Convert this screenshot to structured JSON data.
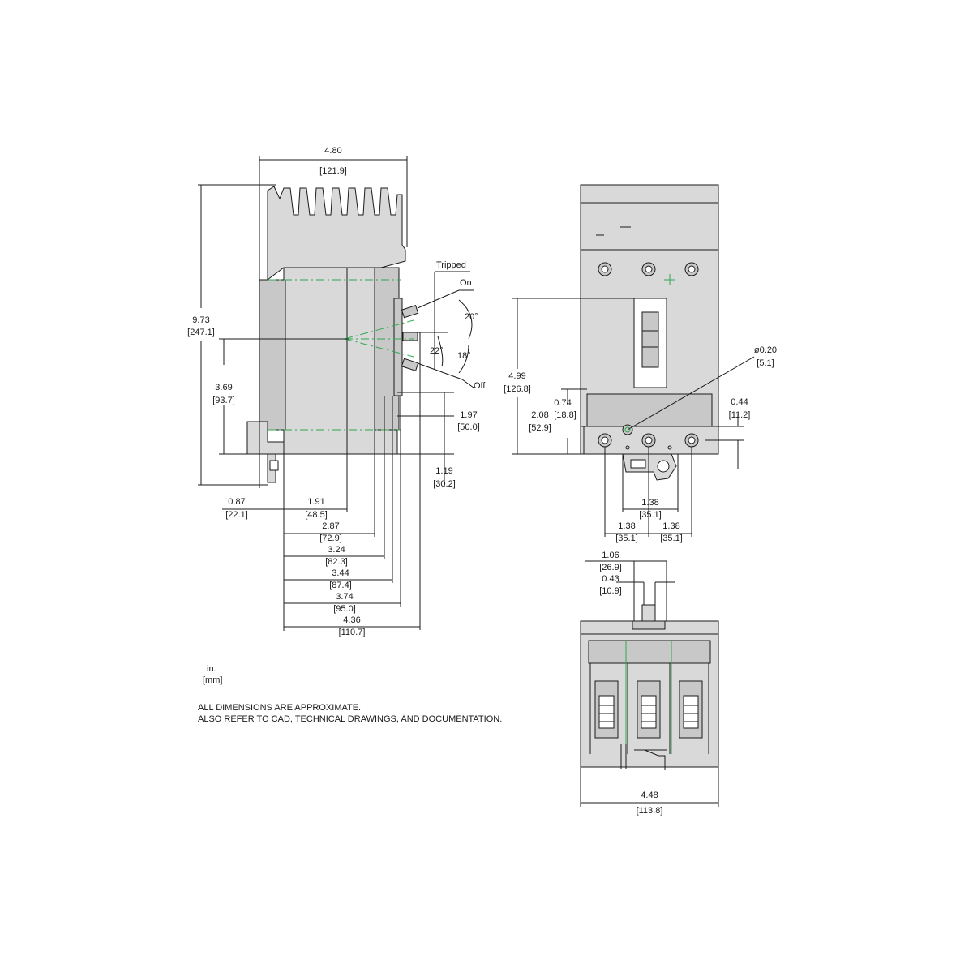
{
  "front_view": {
    "overall_width": {
      "in": "4.80",
      "mm": "[121.9]"
    },
    "overall_height": {
      "in": "9.73",
      "mm": "[247.1]"
    },
    "handle_height": {
      "in": "3.69",
      "mm": "[93.7]"
    },
    "h_197": {
      "in": "1.97",
      "mm": "[50.0]"
    },
    "h_119": {
      "in": "1.19",
      "mm": "[30.2]"
    },
    "d_087": {
      "in": "0.87",
      "mm": "[22.1]"
    },
    "d_191": {
      "in": "1.91",
      "mm": "[48.5]"
    },
    "d_287": {
      "in": "2.87",
      "mm": "[72.9]"
    },
    "d_324": {
      "in": "3.24",
      "mm": "[82.3]"
    },
    "d_344": {
      "in": "3.44",
      "mm": "[87.4]"
    },
    "d_374": {
      "in": "3.74",
      "mm": "[95.0]"
    },
    "d_436": {
      "in": "4.36",
      "mm": "[110.7]"
    },
    "handle_labels": {
      "tripped": "Tripped",
      "on": "On",
      "off": "Off"
    },
    "angles": {
      "a20": "20°",
      "a22": "22°",
      "a18": "18°"
    }
  },
  "side_view": {
    "h_499": {
      "in": "4.99",
      "mm": "[126.8]"
    },
    "h_208": {
      "in": "2.08",
      "mm": "[52.9]"
    },
    "h_074": {
      "in": "0.74",
      "mm": "[18.8]"
    },
    "h_044": {
      "in": "0.44",
      "mm": "[11.2]"
    },
    "hole": {
      "in": "ø0.20",
      "mm": "[5.1]"
    },
    "pitch_center": {
      "in": "1.38",
      "mm": "[35.1]"
    },
    "pitch_left": {
      "in": "1.38",
      "mm": "[35.1]"
    },
    "pitch_right": {
      "in": "1.38",
      "mm": "[35.1]"
    }
  },
  "bottom_view": {
    "w_106": {
      "in": "1.06",
      "mm": "[26.9]"
    },
    "w_043": {
      "in": "0.43",
      "mm": "[10.9]"
    },
    "width": {
      "in": "4.48",
      "mm": "[113.8]"
    }
  },
  "legend": {
    "unit_top": "in.",
    "unit_bottom": "[mm]"
  },
  "notes": [
    "ALL DIMENSIONS ARE APPROXIMATE.",
    "ALSO REFER TO CAD, TECHNICAL DRAWINGS, AND DOCUMENTATION."
  ]
}
